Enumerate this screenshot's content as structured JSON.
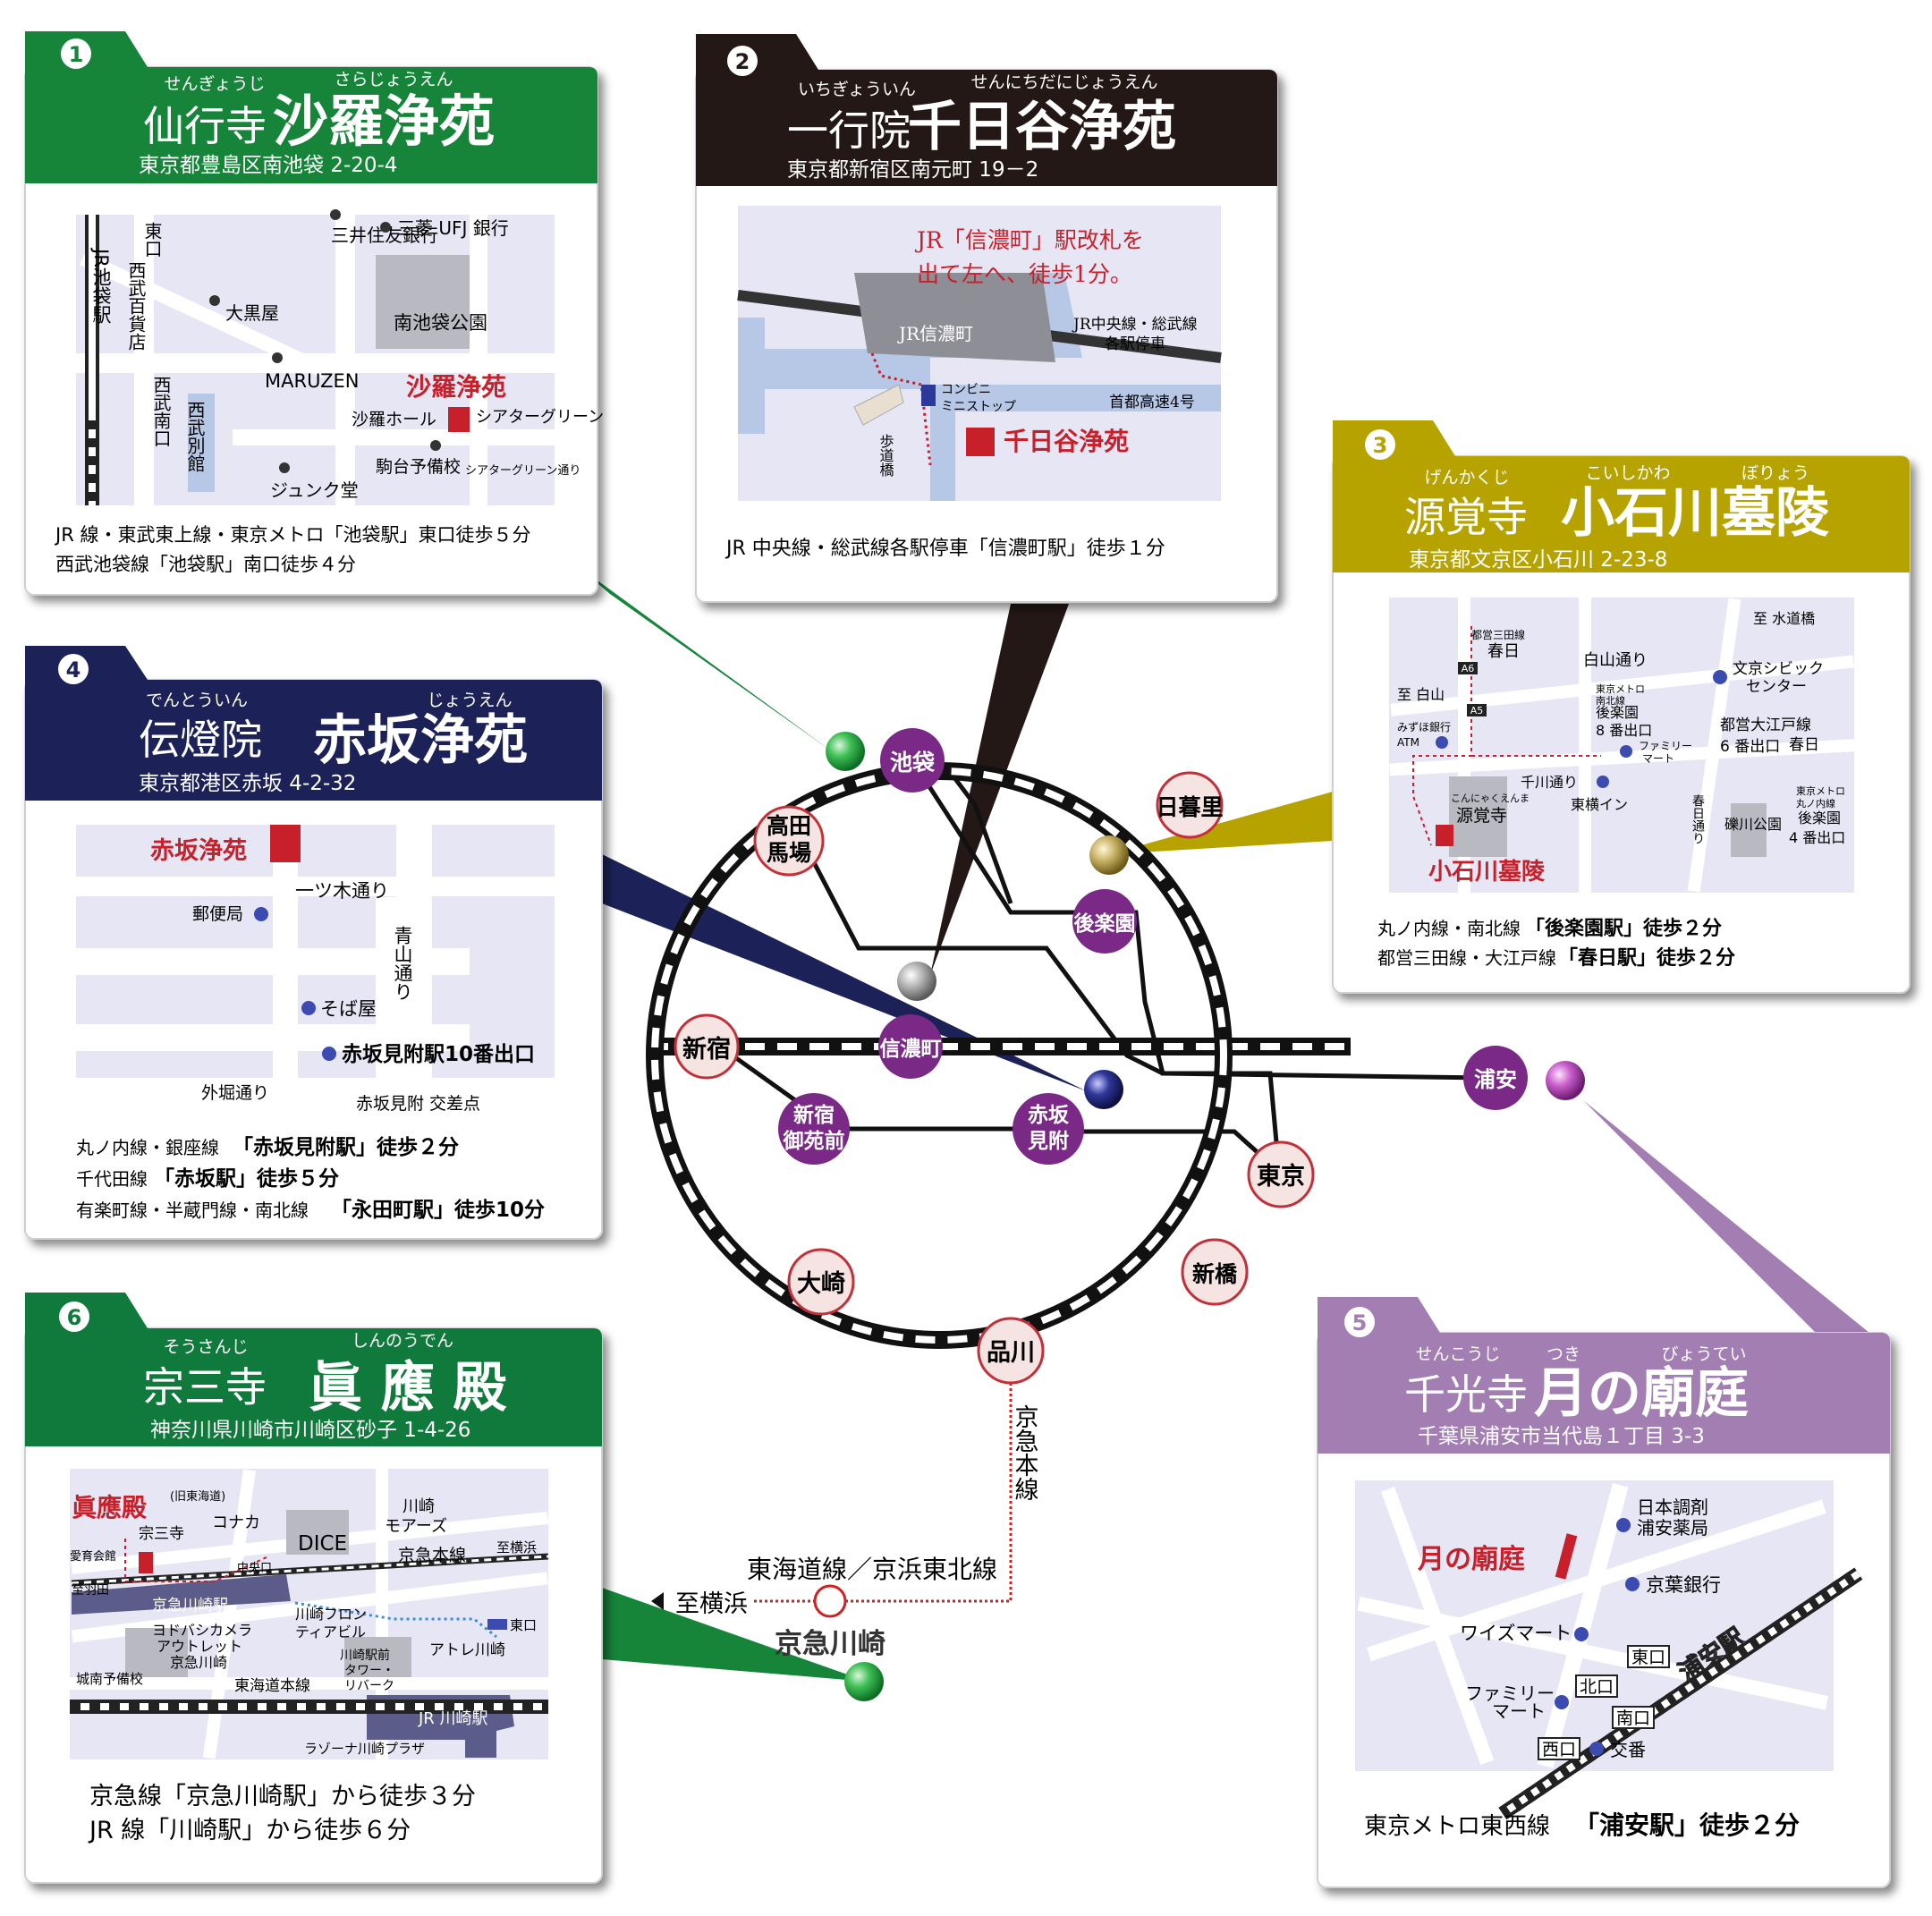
{
  "colors": {
    "green": "#16853a",
    "black": "#231815",
    "olive": "#b6a300",
    "navy": "#1c2257",
    "purple": "#a27eb2",
    "green2": "#107a3c",
    "station_pink": "#f5e4e1",
    "station_purple": "#7a2a86",
    "map_bg": "#e7e6f4",
    "red_mark": "#c8202a"
  },
  "routemap": {
    "stations": {
      "ikebukuro": "池袋",
      "nippori": "日暮里",
      "takadanobaba_1": "高田",
      "takadanobaba_2": "馬場",
      "korakuen": "後楽園",
      "shinjuku": "新宿",
      "shinanomachi": "信濃町",
      "urayasu": "浦安",
      "shinjukugyoen_1": "新宿",
      "shinjukugyoen_2": "御苑前",
      "akasakamitsuke_1": "赤坂",
      "akasakamitsuke_2": "見附",
      "tokyo": "東京",
      "osaki": "大崎",
      "shinbashi": "新橋",
      "shinagawa": "品川",
      "keikyu_line": "京急本線",
      "tokaido_line": "東海道線／京浜東北線",
      "to_yokohama": "至横浜",
      "keikyu_kawasaki": "京急川崎"
    }
  },
  "cards": {
    "c1": {
      "number": "1",
      "ruby_temple": "せんぎょうじ",
      "ruby_name": "さらじょうえん",
      "temple": "仙行寺",
      "name": "沙羅浄苑",
      "address": "東京都豊島区南池袋 2-20-4",
      "map": {
        "jr_ikebukuro": "JR池袋駅",
        "east_exit": "東口",
        "seibu_depart": "西武百貨店",
        "seibu_south": "西武南口",
        "seibu_annex": "西武別館",
        "daikokuya": "大黒屋",
        "mitsui": "三井住友銀行",
        "mufg": "三菱 UFJ 銀行",
        "park": "南池袋公園",
        "maruzen": "MARUZEN",
        "sara_hall": "沙羅ホール",
        "sara_joen": "沙羅浄苑",
        "theater_green": "シアターグリーン",
        "sundai": "駒台予備校",
        "junku": "ジュンク堂",
        "theater_street": "シアターグリーン通り"
      },
      "access1": "JR 線・東武東上線・東京メトロ「池袋駅」東口徒歩５分",
      "access2": "西武池袋線「池袋駅」南口徒歩４分"
    },
    "c2": {
      "number": "2",
      "ruby_temple": "いちぎょういん",
      "ruby_name": "せんにちだにじょうえん",
      "temple": "一行院",
      "name": "千日谷浄苑",
      "address": "東京都新宿区南元町 19－2",
      "map": {
        "callout1": "JR「信濃町」駅改札を",
        "callout2": "出て左へ、徒歩1分。",
        "jr_shinanomachi": "JR信濃町",
        "chuo_line1": "JR中央線・総武線",
        "chuo_line2": "各駅停車",
        "convenience1": "コンビニ",
        "convenience2": "ミニストップ",
        "expressway": "首都高速4号",
        "footbridge": "歩道橋",
        "sennichidani": "千日谷浄苑"
      },
      "access1": "JR 中央線・総武線各駅停車「信濃町駅」徒歩１分"
    },
    "c3": {
      "number": "3",
      "ruby_temple": "げんかくじ",
      "ruby_name1": "こいしかわ",
      "ruby_name2": "ぼりょう",
      "temple": "源覚寺",
      "name": "小石川墓陵",
      "address": "東京都文京区小石川 2-23-8",
      "map": {
        "mita_line": "都営三田線",
        "kasuga": "春日",
        "a6": "A6",
        "a5": "A5",
        "to_suidobashi": "至 水道橋",
        "hakusan_st": "白山通り",
        "to_hakusan": "至 白山",
        "mizuho1": "みずほ銀行",
        "mizuho2": "ATM",
        "metro_nanboku1": "東京メトロ",
        "metro_nanboku2": "南北線",
        "korakuen": "後楽園",
        "exit8": "8 番出口",
        "familymart1": "ファミリー",
        "familymart2": "マート",
        "civic1": "文京シビック",
        "civic2": "センター",
        "oedo1": "都営大江戸線",
        "oedo_kasuga": "春日",
        "exit6": "6 番出口",
        "senkawa": "千川通り",
        "toyoko": "東横イン",
        "kasuga_st": "春日通り",
        "konnyaku": "こんにゃくえんま",
        "genkakuji": "源覚寺",
        "reisen": "礫川公園",
        "metro_maru1": "東京メトロ",
        "metro_maru2": "丸ノ内線",
        "korakuen2": "後楽園",
        "exit4": "4 番出口",
        "koishikawa": "小石川墓陵"
      },
      "access1_pre": "丸ノ内線・南北線",
      "access1_bold": "「後楽園駅」徒歩２分",
      "access2_pre": "都営三田線・大江戸線",
      "access2_bold": "「春日駅」徒歩２分"
    },
    "c4": {
      "number": "4",
      "ruby_temple": "でんとういん",
      "ruby_name": "じょうえん",
      "temple": "伝燈院",
      "name": "赤坂浄苑",
      "address": "東京都港区赤坂 4-2-32",
      "map": {
        "akasaka_joen": "赤坂浄苑",
        "hitotsugi": "一ツ木通り",
        "post": "郵便局",
        "aoyama": "青山通り",
        "soba": "そば屋",
        "exit10": "赤坂見附駅10番出口",
        "sotobori": "外堀通り",
        "intersection": "赤坂見附 交差点"
      },
      "access1_pre": "丸ノ内線・銀座線",
      "access1_bold": "「赤坂見附駅」徒歩２分",
      "access2_pre": "千代田線",
      "access2_bold": "「赤坂駅」徒歩５分",
      "access3_pre": "有楽町線・半蔵門線・南北線",
      "access3_bold": "「永田町駅」徒歩10分"
    },
    "c5": {
      "number": "5",
      "ruby_temple": "せんこうじ",
      "ruby_name1": "つき",
      "ruby_name2": "びょうてい",
      "temple": "千光寺",
      "name": "月の廟庭",
      "address": "千葉県浦安市当代島１丁目 3-3",
      "map": {
        "tsuki": "月の廟庭",
        "nihon_chozai1": "日本調剤",
        "nihon_chozai2": "浦安薬局",
        "keiyo_bank": "京葉銀行",
        "wise_mart": "ワイズマート",
        "east_exit": "東口",
        "urayasu_sta": "浦安駅",
        "north_exit": "北口",
        "familymart1": "ファミリー",
        "familymart2": "マート",
        "south_exit": "南口",
        "west_exit": "西口",
        "koban": "交番"
      },
      "access1_pre": "東京メトロ東西線",
      "access1_bold": "「浦安駅」徒歩２分"
    },
    "c6": {
      "number": "6",
      "ruby_temple": "そうさんじ",
      "ruby_name": "しんのうでん",
      "temple": "宗三寺",
      "name": "眞 應 殿",
      "address": "神奈川県川崎市川崎区砂子 1-4-26",
      "map": {
        "shinnoden": "眞應殿",
        "old_tokaido": "(旧東海道)",
        "konaka": "コナカ",
        "kawasaki_more1": "川崎",
        "kawasaki_more2": "モアーズ",
        "aiiku": "愛育会館",
        "sosanji": "宗三寺",
        "dice": "DICE",
        "keikyu_main": "京急本線",
        "to_yokohama": "至横浜",
        "to_haneda": "至羽田",
        "central_exit": "中央口",
        "keikyu_kawasaki": "京急川崎駅",
        "yodobashi1": "ヨドバシカメラ",
        "yodobashi2": "アウトレット",
        "yodobashi3": "京急川崎",
        "front1": "川崎フロン",
        "front2": "ティアビル",
        "east_exit": "東口",
        "atre": "アトレ川崎",
        "tower1": "川崎駅前",
        "tower2": "タワー・",
        "tower3": "リバーク",
        "juku": "城南予備校",
        "tokaido_main": "東海道本線",
        "jr_kawasaki": "JR 川崎駅",
        "lazona": "ラゾーナ川崎プラザ"
      },
      "access1": "京急線「京急川崎駅」から徒歩３分",
      "access2": "JR 線「川崎駅」から徒歩６分"
    }
  }
}
